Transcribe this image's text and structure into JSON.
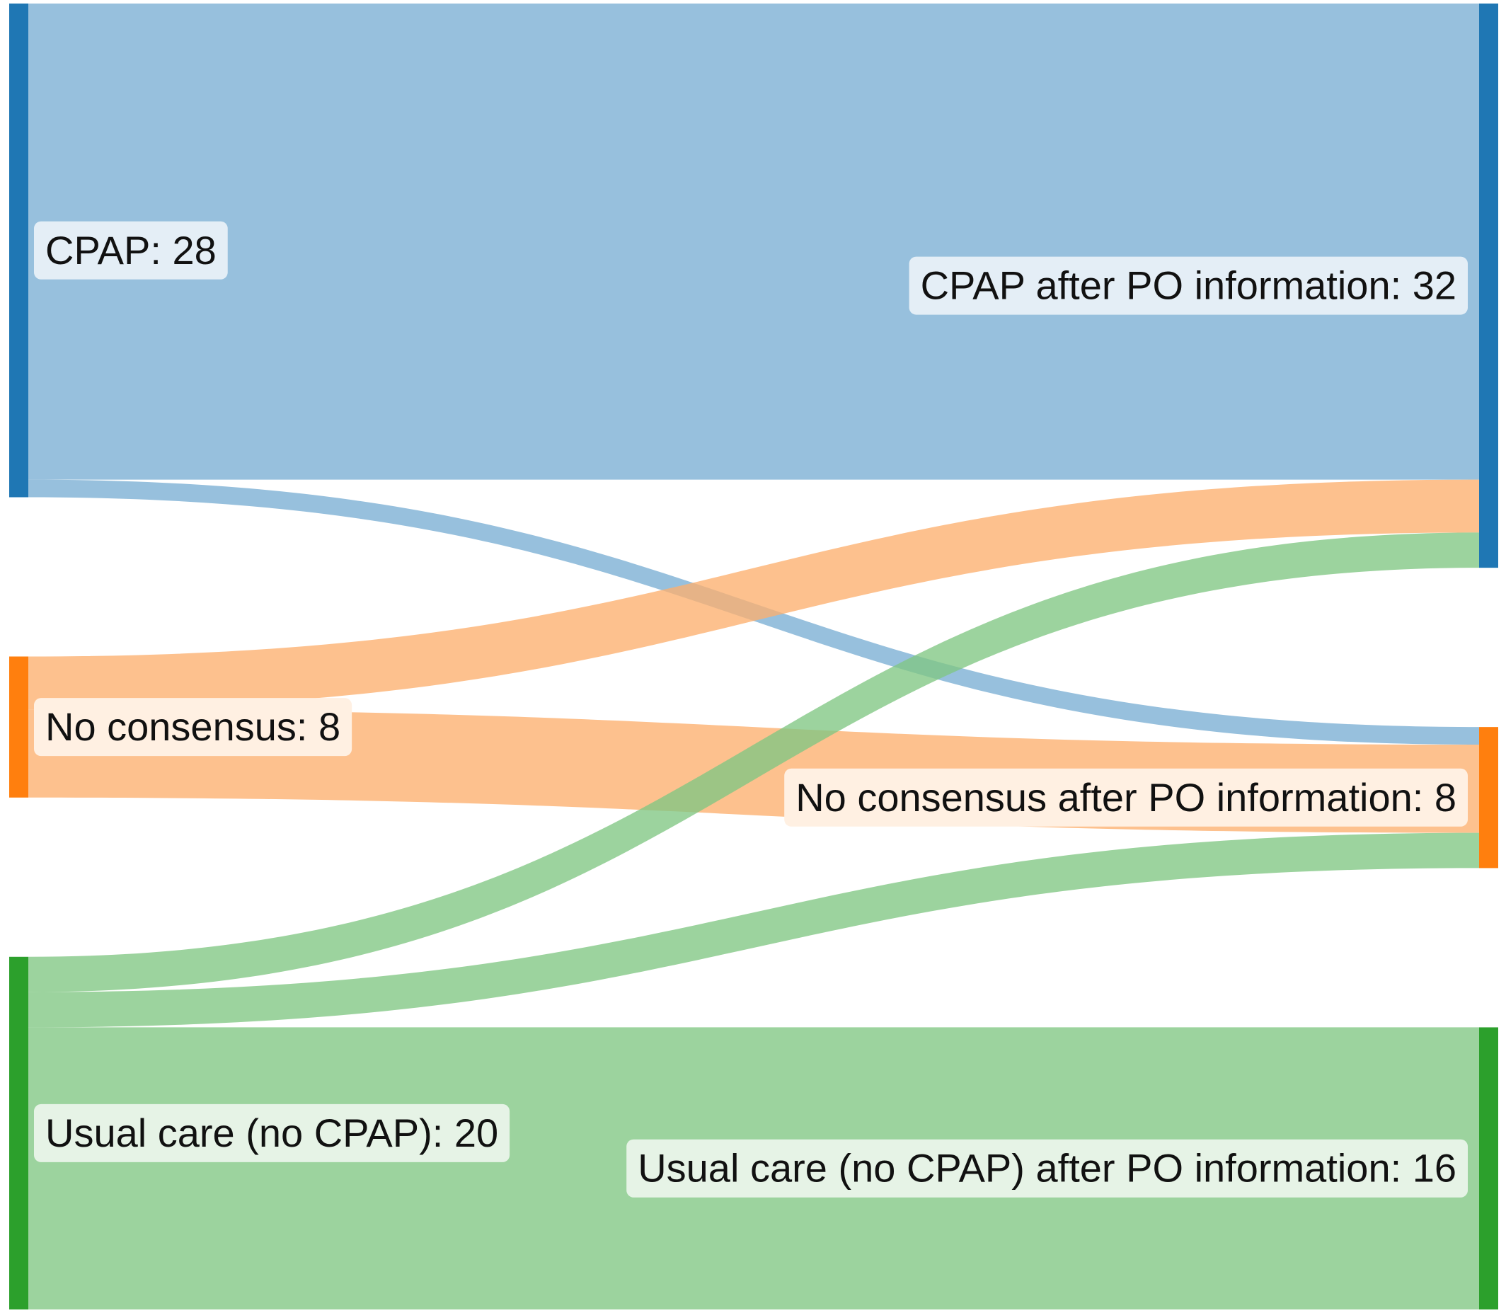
{
  "chart_data": {
    "type": "sankey",
    "title": "",
    "unit": "",
    "nodes": [
      {
        "id": "cpap",
        "label": "CPAP",
        "value": 28,
        "column": 0,
        "color": "#1f77b4"
      },
      {
        "id": "nocons",
        "label": "No consensus",
        "value": 8,
        "column": 0,
        "color": "#ff7f0e"
      },
      {
        "id": "usual",
        "label": "Usual care (no CPAP)",
        "value": 20,
        "column": 0,
        "color": "#2ca02c"
      },
      {
        "id": "cpap_po",
        "label": "CPAP after PO information",
        "value": 32,
        "column": 1,
        "color": "#1f77b4"
      },
      {
        "id": "nocons_po",
        "label": "No consensus after PO information",
        "value": 8,
        "column": 1,
        "color": "#ff7f0e"
      },
      {
        "id": "usual_po",
        "label": "Usual care (no CPAP) after PO information",
        "value": 16,
        "column": 1,
        "color": "#2ca02c"
      }
    ],
    "links": [
      {
        "source": "cpap",
        "target": "cpap_po",
        "value": 27
      },
      {
        "source": "cpap",
        "target": "nocons_po",
        "value": 1
      },
      {
        "source": "nocons",
        "target": "cpap_po",
        "value": 3
      },
      {
        "source": "nocons",
        "target": "nocons_po",
        "value": 5
      },
      {
        "source": "usual",
        "target": "cpap_po",
        "value": 2
      },
      {
        "source": "usual",
        "target": "nocons_po",
        "value": 2
      },
      {
        "source": "usual",
        "target": "usual_po",
        "value": 16
      }
    ],
    "link_colors": {
      "cpap": "#7aaed4",
      "nocons": "#fdb06e",
      "usual": "#80c683"
    },
    "label_backgrounds": {
      "cpap": "#e4eef6",
      "nocons": "#fff0e2",
      "usual": "#e6f3e6"
    }
  }
}
